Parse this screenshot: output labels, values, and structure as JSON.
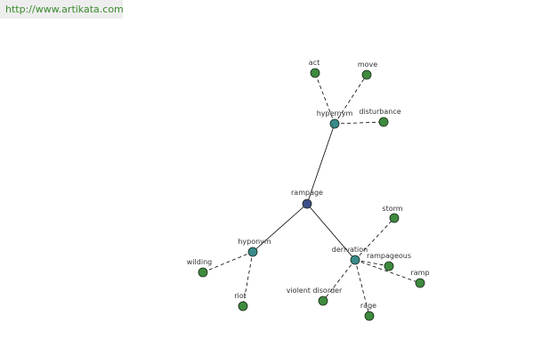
{
  "site": {
    "link_text": "http://www.artikata.com"
  },
  "colors": {
    "root": "#3d4f8a",
    "relation": "#3a8a8a",
    "leaf": "#3e8a3e",
    "stroke": "#1a2a1a",
    "edge": "#000000",
    "link": "#3a8a2e"
  },
  "graph": {
    "nodes": [
      {
        "id": "rampage",
        "label": "rampage",
        "kind": "root"
      },
      {
        "id": "hypernym",
        "label": "hypernym",
        "kind": "relation"
      },
      {
        "id": "hyponym",
        "label": "hyponym",
        "kind": "relation"
      },
      {
        "id": "derivation",
        "label": "derivation",
        "kind": "relation"
      },
      {
        "id": "act",
        "label": "act",
        "kind": "leaf"
      },
      {
        "id": "move",
        "label": "move",
        "kind": "leaf"
      },
      {
        "id": "disturbance",
        "label": "disturbance",
        "kind": "leaf"
      },
      {
        "id": "wilding",
        "label": "wilding",
        "kind": "leaf"
      },
      {
        "id": "riot",
        "label": "riot",
        "kind": "leaf"
      },
      {
        "id": "storm",
        "label": "storm",
        "kind": "leaf"
      },
      {
        "id": "rampageous",
        "label": "rampageous",
        "kind": "leaf"
      },
      {
        "id": "ramp",
        "label": "ramp",
        "kind": "leaf"
      },
      {
        "id": "violent-disorder",
        "label": "violent disorder",
        "kind": "leaf"
      },
      {
        "id": "rage",
        "label": "rage",
        "kind": "leaf"
      }
    ],
    "edges": [
      {
        "from": "rampage",
        "to": "hypernym",
        "style": "solid"
      },
      {
        "from": "rampage",
        "to": "hyponym",
        "style": "solid"
      },
      {
        "from": "rampage",
        "to": "derivation",
        "style": "solid"
      },
      {
        "from": "hypernym",
        "to": "act",
        "style": "dashed"
      },
      {
        "from": "hypernym",
        "to": "move",
        "style": "dashed"
      },
      {
        "from": "hypernym",
        "to": "disturbance",
        "style": "dashed"
      },
      {
        "from": "hyponym",
        "to": "wilding",
        "style": "dashed"
      },
      {
        "from": "hyponym",
        "to": "riot",
        "style": "dashed"
      },
      {
        "from": "derivation",
        "to": "storm",
        "style": "dashed"
      },
      {
        "from": "derivation",
        "to": "rampageous",
        "style": "dashed"
      },
      {
        "from": "derivation",
        "to": "ramp",
        "style": "dashed"
      },
      {
        "from": "derivation",
        "to": "violent-disorder",
        "style": "dashed"
      },
      {
        "from": "derivation",
        "to": "rage",
        "style": "dashed"
      }
    ]
  }
}
